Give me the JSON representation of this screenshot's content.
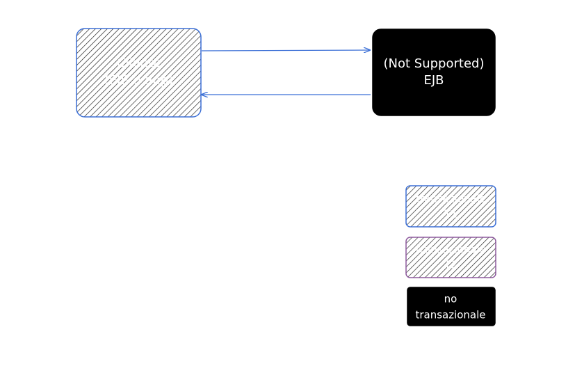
{
  "diagram": {
    "client": {
      "line1": "Cliente",
      "line2": "(EJB o app)",
      "color": "#3b6fd6"
    },
    "ejb": {
      "line1": "(Not Supported)",
      "line2": "EJB",
      "color": "#000000"
    },
    "arrow_color": "#3b6fd6"
  },
  "legend": [
    {
      "line1": "transazionale",
      "line2": "T1",
      "color": "#3b6fd6",
      "style": "hatched"
    },
    {
      "line1": "transazionale",
      "line2": "T2",
      "color": "#8e5a9e",
      "style": "hatched"
    },
    {
      "line1": "no",
      "line2": "transazionale",
      "color": "#000000",
      "style": "solid"
    }
  ]
}
